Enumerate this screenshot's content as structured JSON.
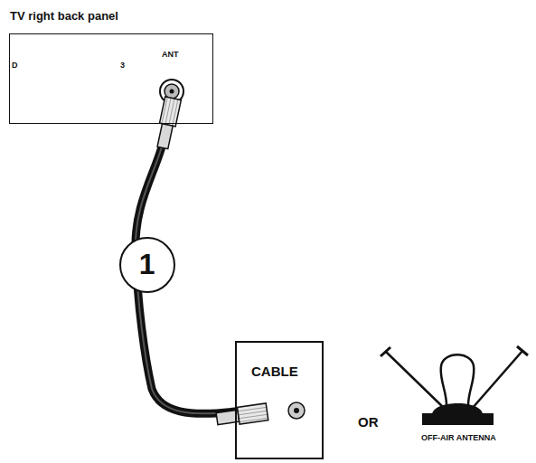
{
  "diagram": {
    "nodes": [
      {
        "text": [
          "TV right back panel",
          "D",
          "3",
          "ANT"
        ]
      },
      {
        "text": [
          "CABLE"
        ]
      }
    ],
    "edges": [
      {
        "from": 0,
        "to": 1,
        "arrow": "none",
        "label": "1"
      }
    ],
    "labels": [
      "OR",
      "OFF-AIR ANTENNA"
    ]
  }
}
